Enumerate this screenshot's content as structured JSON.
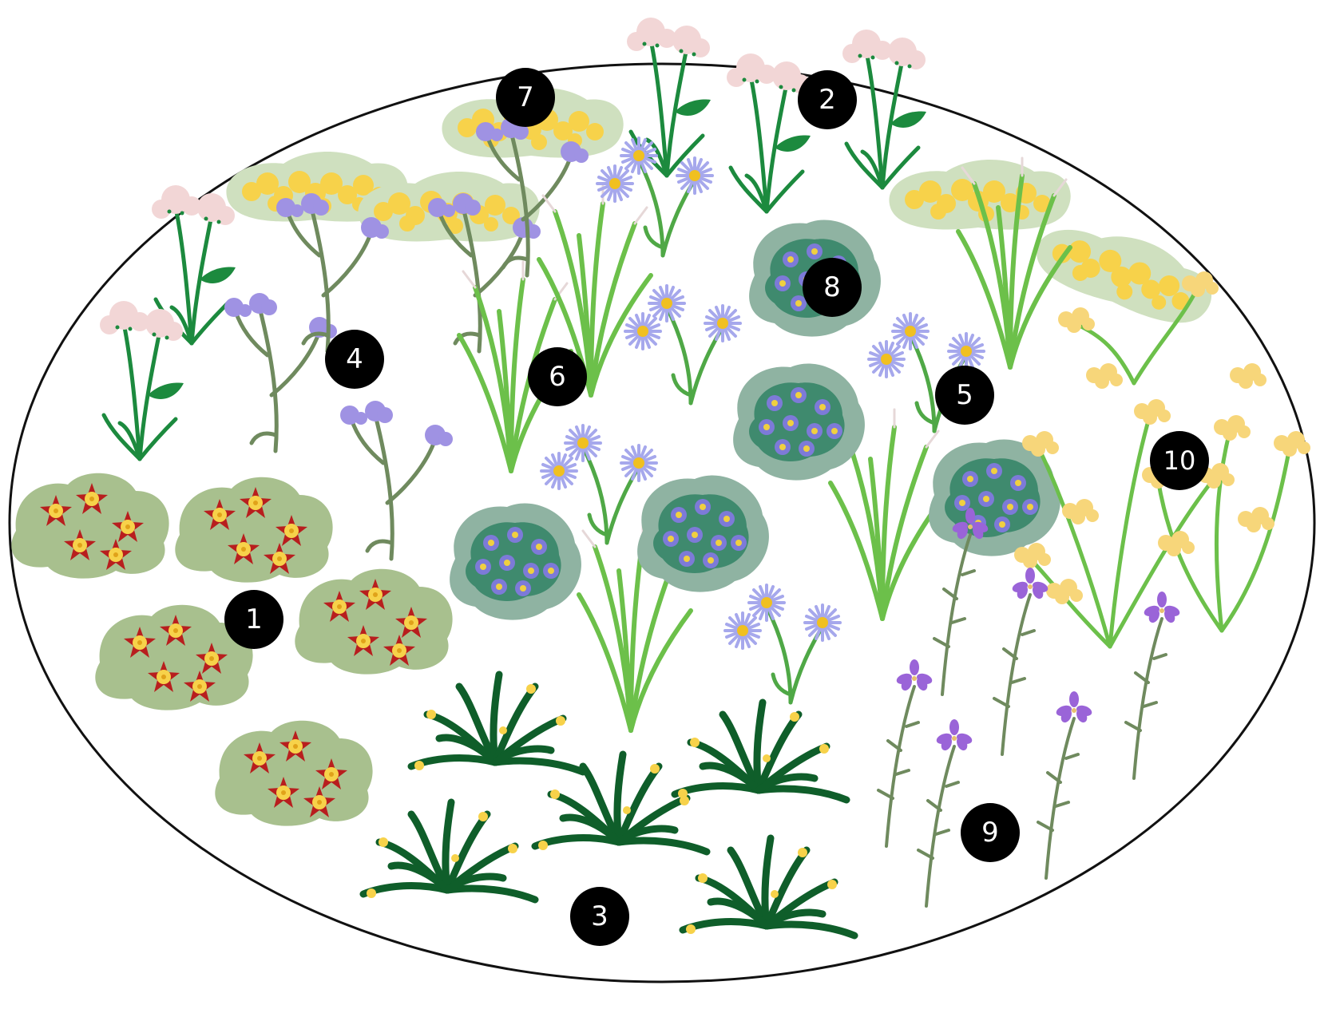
{
  "diagram": {
    "kind": "garden-planting-plan",
    "bed_shape": "oval",
    "colors": {
      "outline": "#111111",
      "marker_fill": "#000000",
      "marker_text": "#ffffff",
      "foliage_pale": "#a8c08e",
      "foliage_dark": "#0f5e2a",
      "foliage_grass": "#6cc04a",
      "stem_gray": "#6f8a5e",
      "flower_yellow": "#f7d24a",
      "flower_red": "#b81e1e",
      "flower_pink": "#f2d6d6",
      "flower_lavender": "#9f92e3",
      "flower_lilac": "#8f7ee0",
      "flower_purple": "#9a64d8",
      "mound_teal": "#8fb3a2",
      "mound_dark": "#3f8a6e"
    },
    "markers": [
      {
        "label": "1"
      },
      {
        "label": "2"
      },
      {
        "label": "3"
      },
      {
        "label": "4"
      },
      {
        "label": "5"
      },
      {
        "label": "6"
      },
      {
        "label": "7"
      },
      {
        "label": "8"
      },
      {
        "label": "9"
      },
      {
        "label": "10"
      }
    ]
  }
}
